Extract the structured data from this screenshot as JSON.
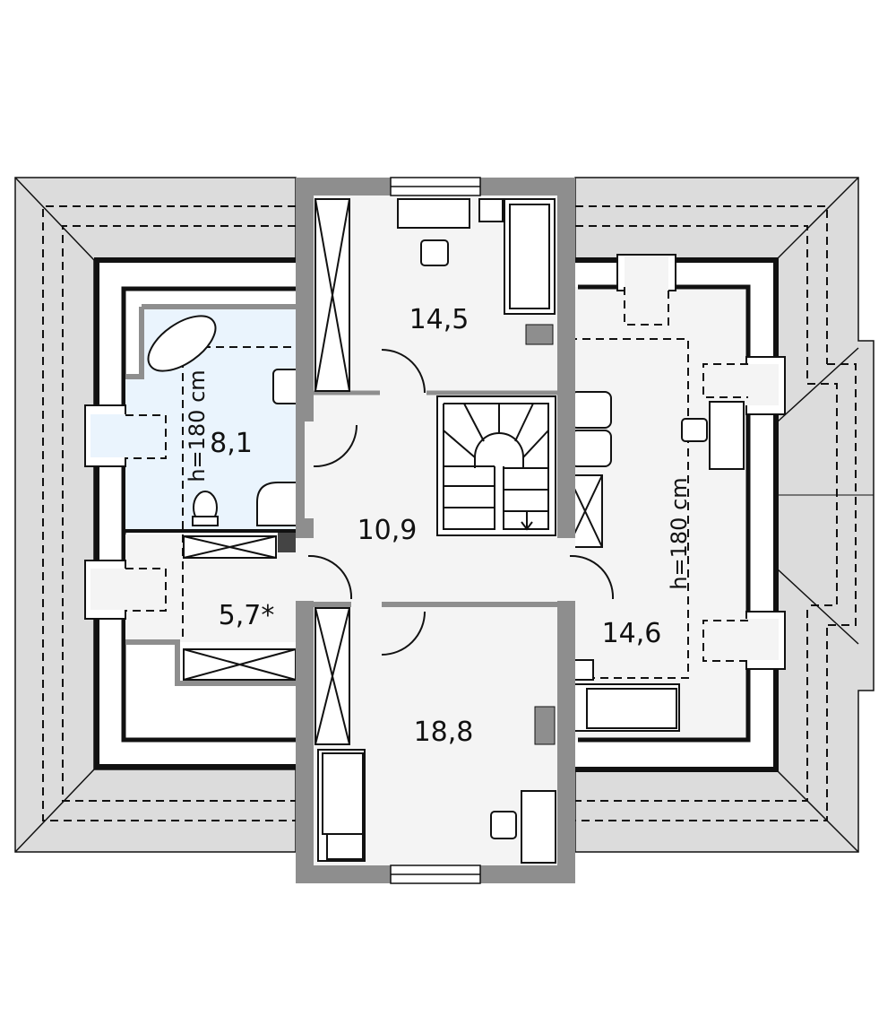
{
  "rooms": [
    {
      "id": "bedroom-top",
      "area": "14,5"
    },
    {
      "id": "bathroom",
      "area": "8,1"
    },
    {
      "id": "hall",
      "area": "10,9"
    },
    {
      "id": "storage",
      "area": "5,7*"
    },
    {
      "id": "bedroom-bottom",
      "area": "18,8"
    },
    {
      "id": "bedroom-right",
      "area": "14,6"
    }
  ],
  "annotations": {
    "height_left": "h=180 cm",
    "height_right": "h=180 cm"
  },
  "colors": {
    "roof": "#dcdcdc",
    "wall": "#8e8e8e",
    "floor": "#f4f4f4",
    "bathroom": "#eaf4fd",
    "line": "#111111"
  }
}
